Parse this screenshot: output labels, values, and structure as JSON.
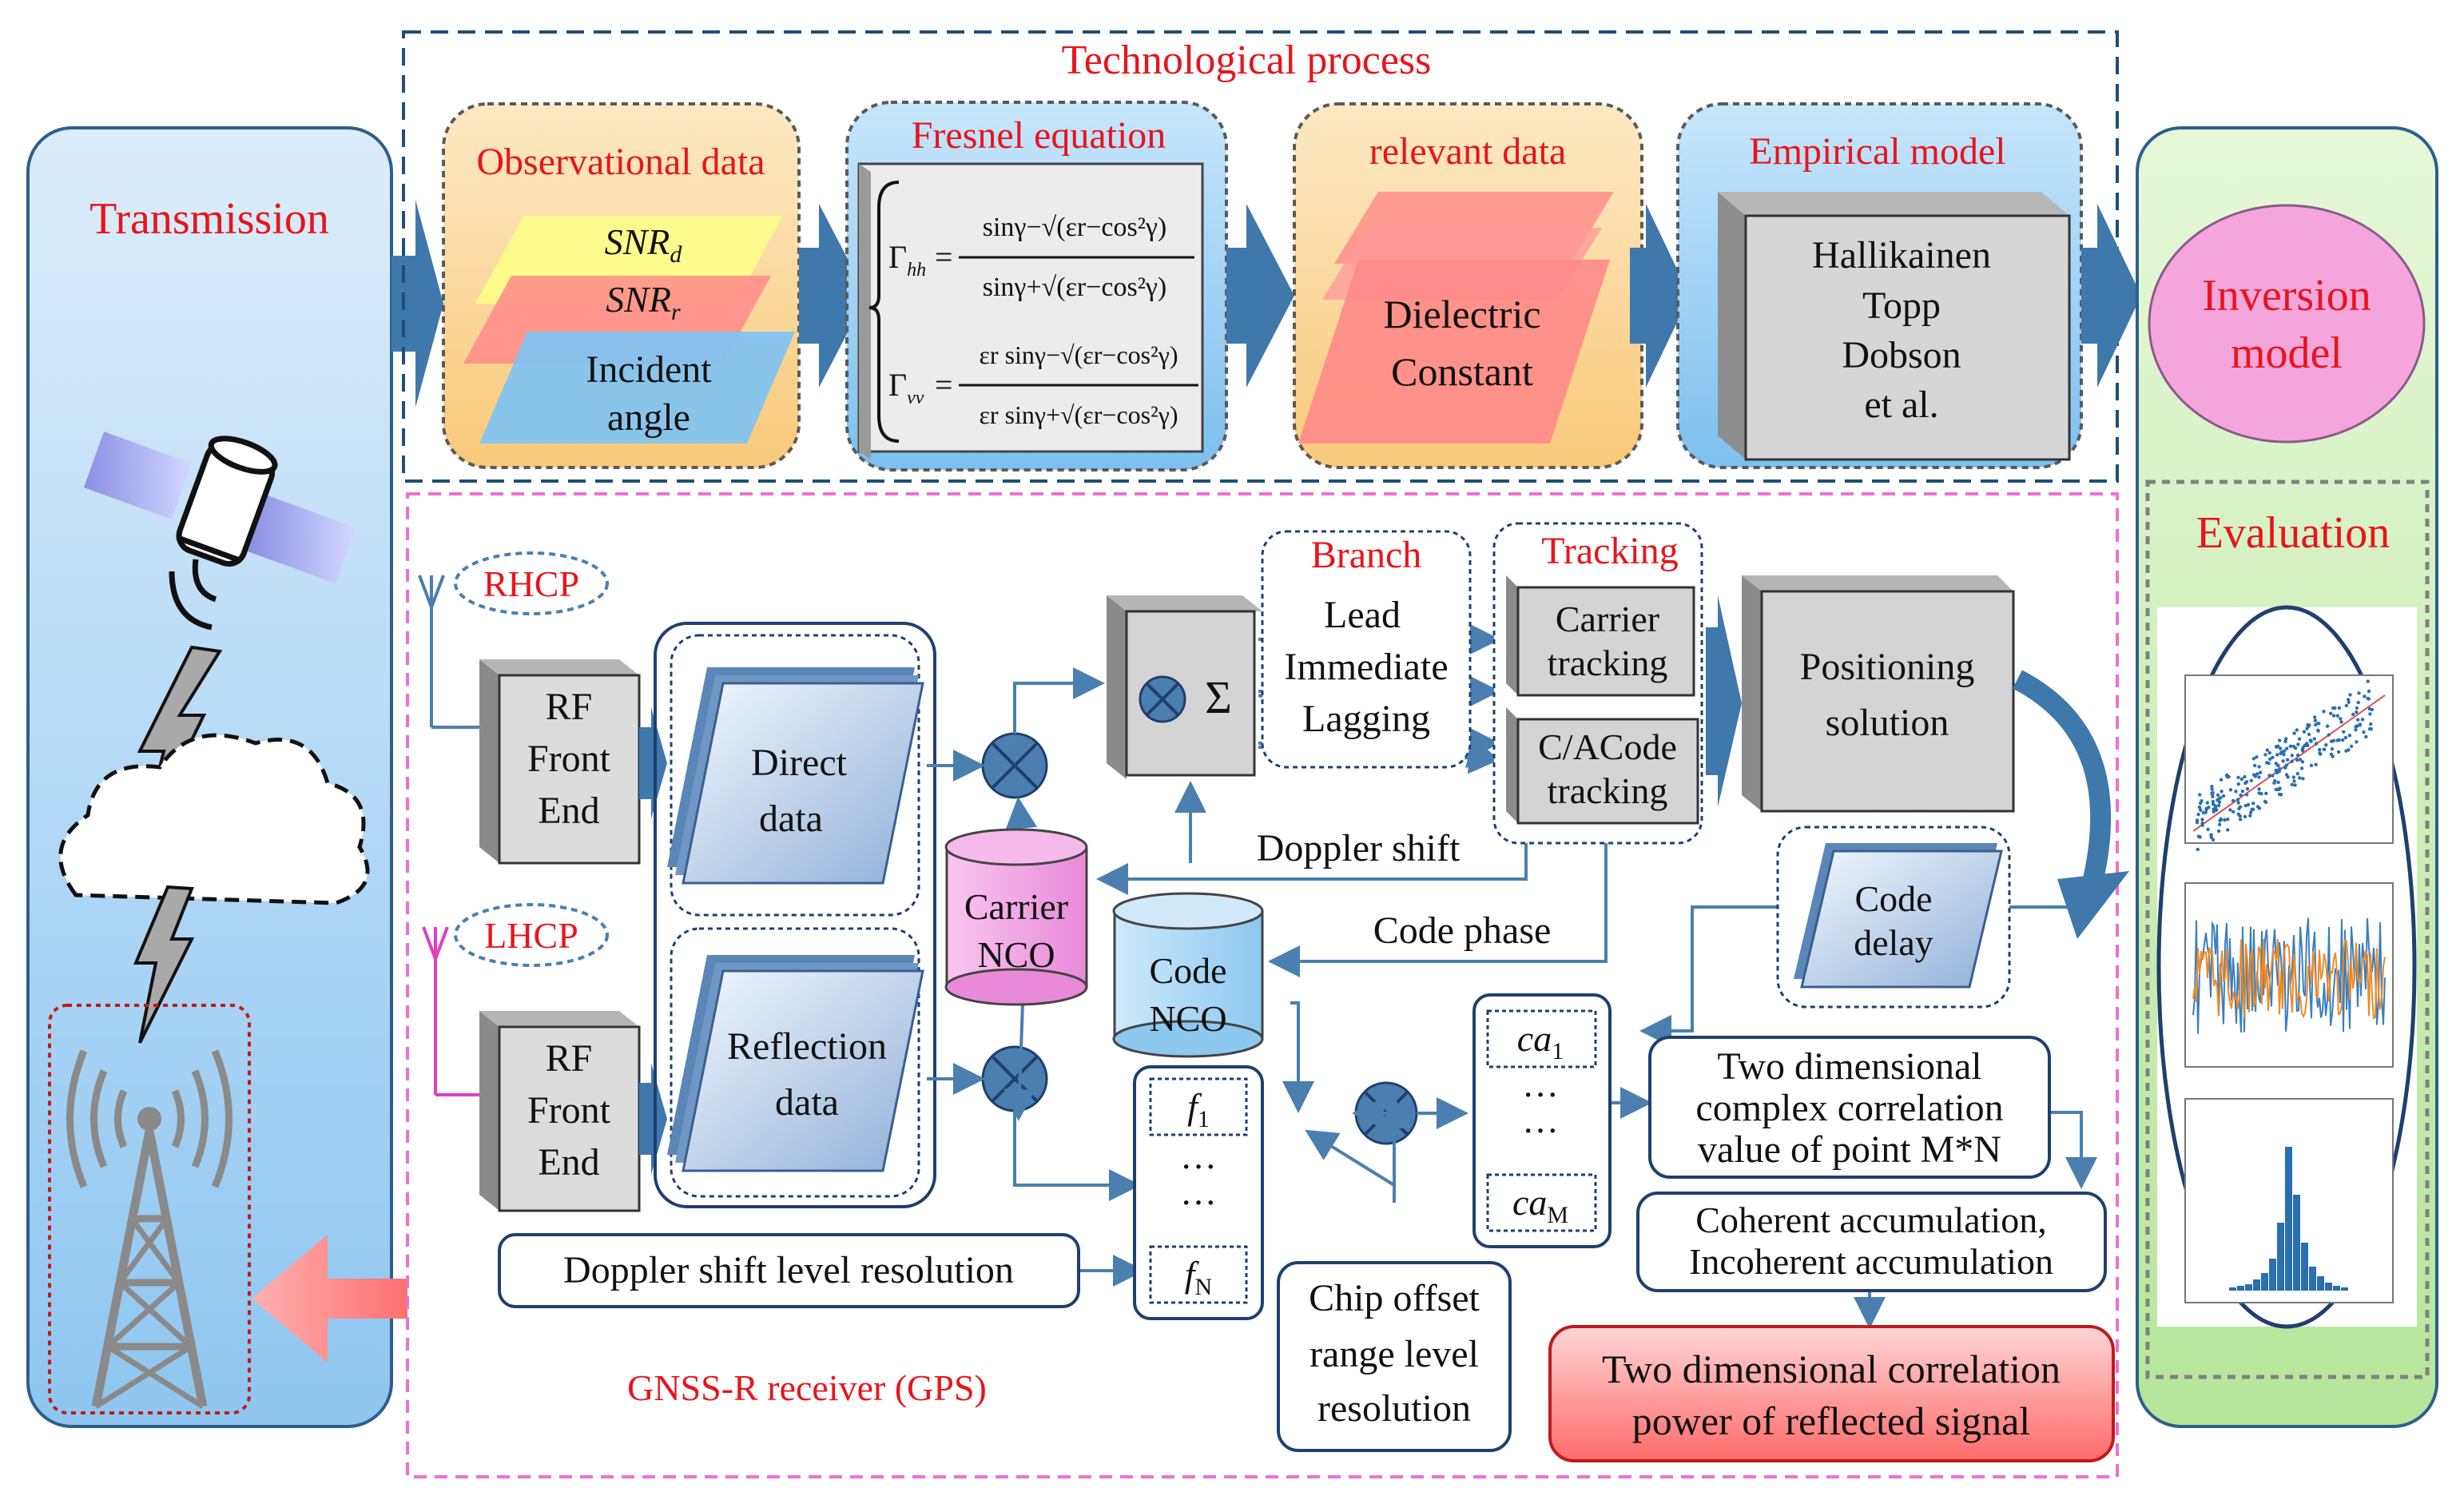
{
  "transmission": {
    "title": "Transmission",
    "icons": [
      "satellite-icon",
      "lightning-icon",
      "cloud-icon",
      "cell-tower-icon"
    ]
  },
  "technological_process": {
    "title": "Technological process",
    "observational": {
      "title": "Observational data",
      "snr_d": "SNR",
      "snr_d_sub": "d",
      "snr_r": "SNR",
      "snr_r_sub": "r",
      "incident_1": "Incident",
      "incident_2": "angle"
    },
    "fresnel": {
      "title": "Fresnel equation",
      "gamma_hh": "Γ",
      "gamma_hh_sub": "hh",
      "num_hh": "sinγ−√(εr−cos²γ)",
      "den_hh": "sinγ+√(εr−cos²γ)",
      "gamma_vv": "Γ",
      "gamma_vv_sub": "vv",
      "num_vv": "εr sinγ−√(εr−cos²γ)",
      "den_vv": "εr sinγ+√(εr−cos²γ)"
    },
    "relevant": {
      "title": "relevant data",
      "line1": "Dielectric",
      "line2": "Constant"
    },
    "empirical": {
      "title": "Empirical model",
      "line1": "Hallikainen",
      "line2": "Topp",
      "line3": "Dobson",
      "line4": "et al."
    }
  },
  "inversion": {
    "line1": "Inversion",
    "line2": "model"
  },
  "evaluation": {
    "title": "Evaluation"
  },
  "receiver": {
    "title": "GNSS-R receiver (GPS)",
    "rhcp": "RHCP",
    "lhcp": "LHCP",
    "rf1": [
      "RF",
      "Front",
      "End"
    ],
    "rf2": [
      "RF",
      "Front",
      "End"
    ],
    "direct": [
      "Direct",
      "data"
    ],
    "reflection": [
      "Reflection",
      "data"
    ],
    "carrier_nco": [
      "Carrier",
      "NCO"
    ],
    "code_nco": [
      "Code",
      "NCO"
    ],
    "sum_symbol": "Σ",
    "branch": {
      "title": "Branch",
      "lead": "Lead",
      "immediate": "Immediate",
      "lagging": "Lagging"
    },
    "tracking": {
      "title": "Tracking",
      "carrier": [
        "Carrier",
        "tracking"
      ],
      "code": [
        "C/ACode",
        "tracking"
      ]
    },
    "positioning": [
      "Positioning",
      "solution"
    ],
    "code_delay": [
      "Code",
      "delay"
    ],
    "doppler_shift": "Doppler shift",
    "code_phase": "Code phase",
    "f1": "f",
    "f1_sub": "1",
    "fn": "f",
    "fn_sub": "N",
    "dots": "···",
    "ca1": "ca",
    "ca1_sub": "1",
    "cam": "ca",
    "cam_sub": "M",
    "doppler_res": "Doppler shift level resolution",
    "chip_offset": [
      "Chip offset",
      "range level",
      "resolution"
    ],
    "two_dim_complex": [
      "Two dimensional",
      "complex correlation",
      "value of point M*N"
    ],
    "accumulation": [
      "Coherent accumulation,",
      "Incoherent accumulation"
    ],
    "two_dim_power": [
      "Two dimensional correlation",
      "power of reflected signal"
    ]
  },
  "colors": {
    "accent_red": "#e8141b",
    "arrow_blue": "#4a7fb0",
    "panel_blue": "#a9d4f5",
    "panel_green": "#cdf0b6",
    "pink": "#f4a6dc"
  }
}
